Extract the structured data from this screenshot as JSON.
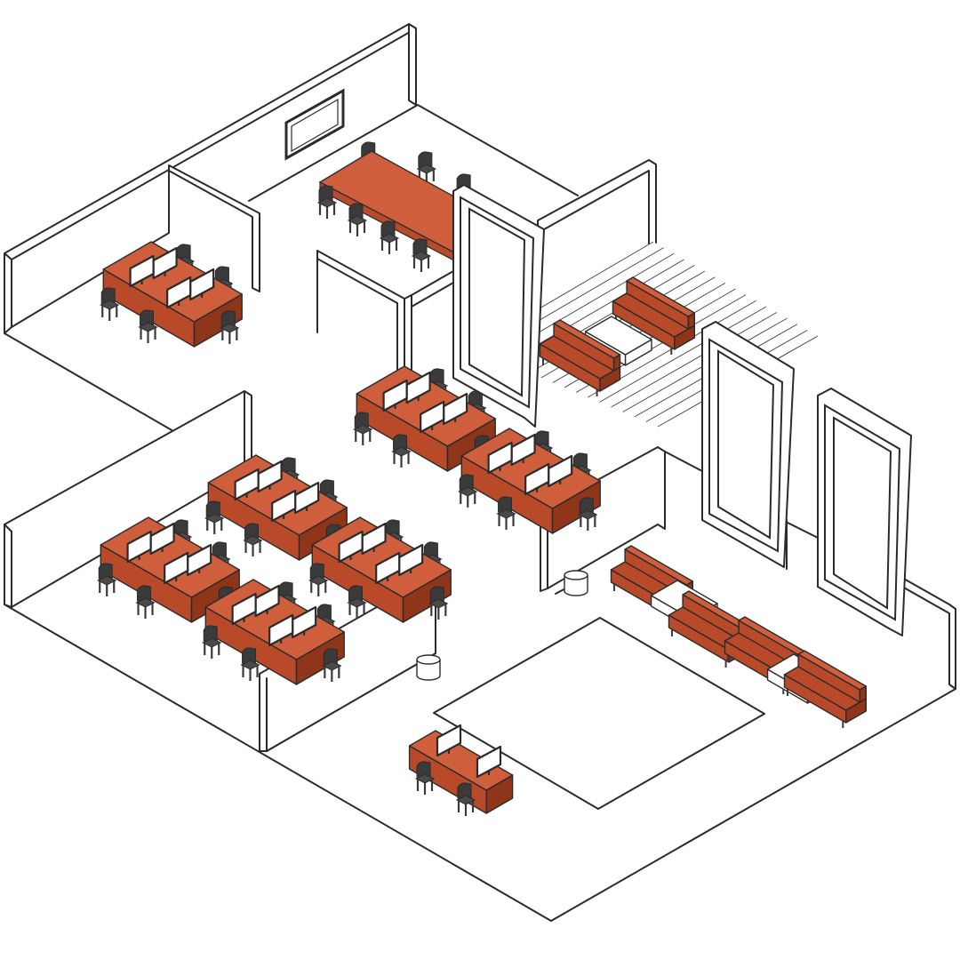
{
  "colors": {
    "background": "#ffffff",
    "line": "#2b2b2b",
    "furniture_top": "#cf5f3c",
    "furniture_side": "#b84a2a",
    "furniture_dark": "#8f3519",
    "chair": "#3a3a3a",
    "monitor_screen": "#ffffff",
    "table_white": "#ffffff"
  },
  "icons": {
    "desk": "desk-icon",
    "chair": "chair-icon",
    "monitor": "monitor-icon",
    "sofa": "sofa-icon",
    "coffee_table": "coffee-table-icon",
    "bin": "bin-icon",
    "screen": "wall-screen-icon",
    "door": "door-frame-icon"
  },
  "zones": [
    {
      "id": "small-office",
      "workstations": 6
    },
    {
      "id": "meeting-room",
      "seats": 9
    },
    {
      "id": "lounge-deck",
      "sofas": 2,
      "coffee_tables": 1
    },
    {
      "id": "open-office",
      "desk_clusters": 7
    },
    {
      "id": "lounge-area",
      "sofas": 4,
      "coffee_tables": 2
    },
    {
      "id": "reception",
      "workstations": 2
    }
  ]
}
